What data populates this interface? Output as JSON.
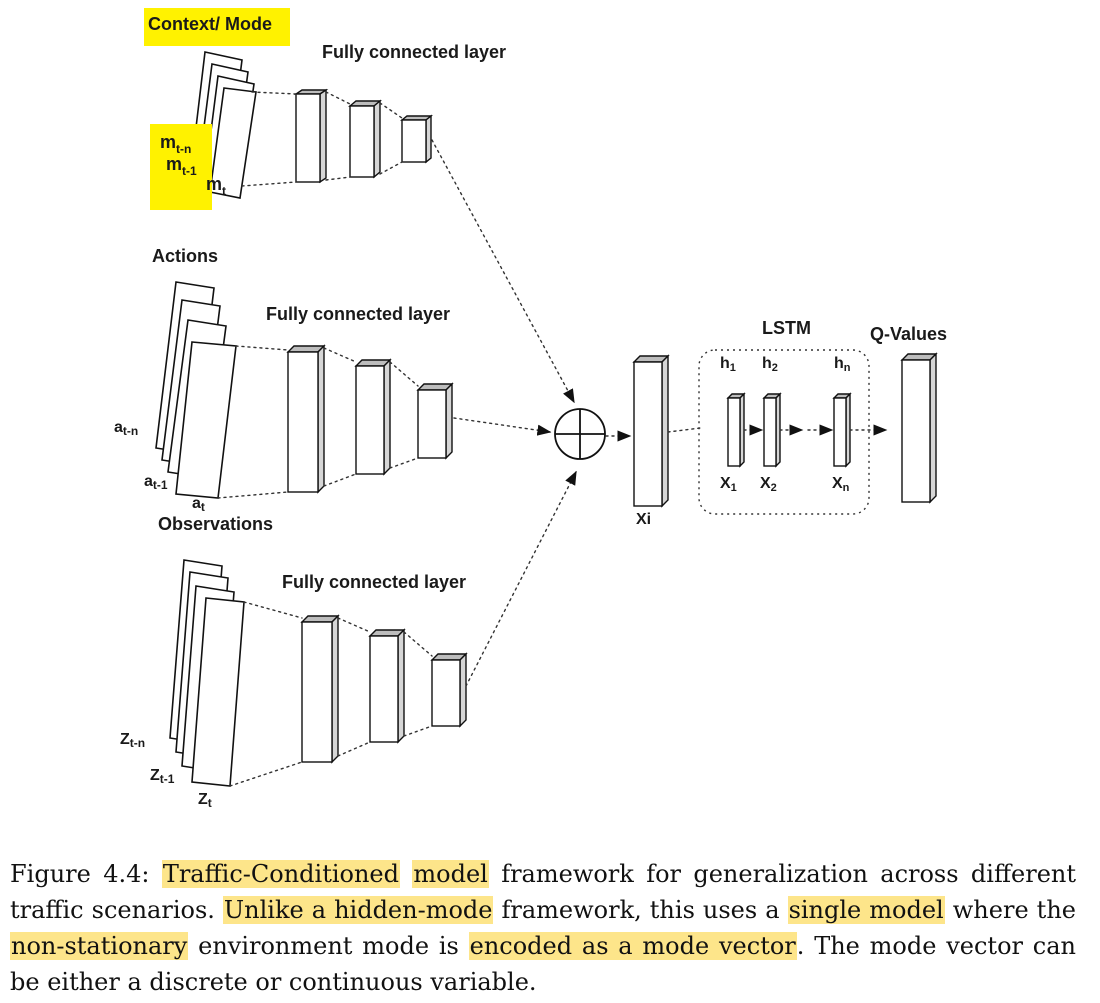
{
  "diagram": {
    "context_title": "Context/ Mode",
    "actions_title": "Actions",
    "observations_title": "Observations",
    "fc_label": "Fully connected layer",
    "lstm_label": "LSTM",
    "qvalues_label": "Q-Values",
    "xi_label": "Xi",
    "context_stack": [
      {
        "base": "m",
        "sub": "t-n"
      },
      {
        "base": "m",
        "sub": "t-1"
      },
      {
        "base": "m",
        "sub": "t"
      }
    ],
    "action_stack": [
      {
        "base": "a",
        "sub": "t-n"
      },
      {
        "base": "a",
        "sub": "t-1"
      },
      {
        "base": "a",
        "sub": "t"
      }
    ],
    "obs_stack": [
      {
        "base": "Z",
        "sub": "t-n"
      },
      {
        "base": "Z",
        "sub": "t-1"
      },
      {
        "base": "Z",
        "sub": "t"
      }
    ],
    "lstm_hidden": [
      {
        "base": "h",
        "sub": "1"
      },
      {
        "base": "h",
        "sub": "2"
      },
      {
        "base": "h",
        "sub": "n"
      }
    ],
    "lstm_inputs": [
      {
        "base": "X",
        "sub": "1"
      },
      {
        "base": "X",
        "sub": "2"
      },
      {
        "base": "X",
        "sub": "n"
      }
    ],
    "highlight_color": "#fff200"
  },
  "caption": {
    "label": "Figure 4.4:",
    "segments": [
      {
        "text": "Traffic-Conditioned",
        "marked": true
      },
      {
        "text": " ",
        "marked": false
      },
      {
        "text": "model",
        "marked": true
      },
      {
        "text": " framework for generalization across different traffic scenarios. ",
        "marked": false
      },
      {
        "text": "Unlike a hidden-mode",
        "marked": true
      },
      {
        "text": " framework, this uses a ",
        "marked": false
      },
      {
        "text": "single model",
        "marked": true
      },
      {
        "text": " where the ",
        "marked": false
      },
      {
        "text": "non-stationary",
        "marked": true
      },
      {
        "text": " environment mode is ",
        "marked": false
      },
      {
        "text": "encoded as a mode vector",
        "marked": true
      },
      {
        "text": ". The mode vector can be either a discrete or continuous variable.",
        "marked": false
      }
    ],
    "highlight_color": "#fde58a"
  }
}
